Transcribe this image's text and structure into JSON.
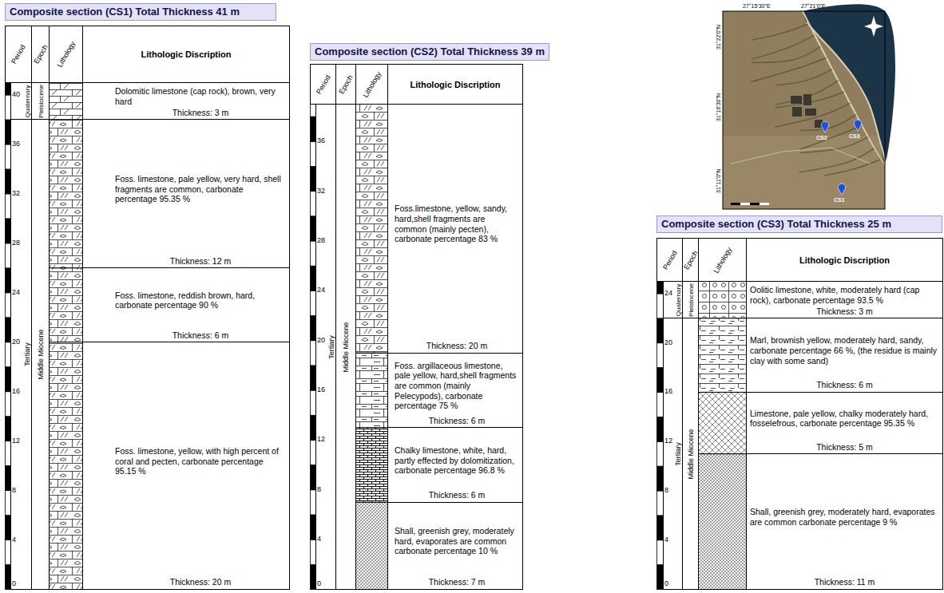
{
  "diagram": {
    "nodes": [
      {
        "text": [
          "Composite section (CS1) Total Thickness 41 m"
        ]
      },
      {
        "text": [
          "Period"
        ],
        "in": 0
      },
      {
        "text": [
          "Epoch"
        ],
        "in": 0
      },
      {
        "text": [
          "Lithology"
        ],
        "in": 0
      },
      {
        "text": [
          "Lithologic Discription"
        ],
        "in": 0
      },
      {
        "text": [
          "Quaternary"
        ],
        "in": 0
      },
      {
        "text": [
          "Tertiary"
        ],
        "in": 0
      },
      {
        "text": [
          "Pleistocene"
        ],
        "in": 0
      },
      {
        "text": [
          "Middle Miocene"
        ],
        "in": 0
      },
      {
        "text": [
          "Dolomitic limestone (cap rock), brown, very hard",
          "Thickness: 3 m"
        ],
        "in": 0
      },
      {
        "text": [
          "Foss. limestone, pale yellow, very hard, shell fragments are common, carbonate percentage 95.35 %",
          "Thickness: 12 m"
        ],
        "in": 0
      },
      {
        "text": [
          "Foss. limestone, reddish brown, hard, carbonate percentage 90 %",
          "Thickness: 6 m"
        ],
        "in": 0
      },
      {
        "text": [
          "Foss. limestone, yellow, with high percent of coral and pecten, carbonate percentage 95.15 %",
          "Thickness: 20 m"
        ],
        "in": 0
      },
      {
        "text": [
          "Composite section (CS2) Total Thickness 39 m"
        ]
      },
      {
        "text": [
          "Period"
        ],
        "in": 13
      },
      {
        "text": [
          "Epoch"
        ],
        "in": 13
      },
      {
        "text": [
          "Lithology"
        ],
        "in": 13
      },
      {
        "text": [
          "Lithologic Discription"
        ],
        "in": 13
      },
      {
        "text": [
          "Tertiary"
        ],
        "in": 13
      },
      {
        "text": [
          "Middle Miocene"
        ],
        "in": 13
      },
      {
        "text": [
          "Foss.limestone, yellow, sandy, hard,shell fragments are common (mainly pecten), carbonate percentage 83 %",
          "Thickness: 20 m"
        ],
        "in": 13
      },
      {
        "text": [
          "Foss. argillaceous limestone, pale yellow, hard,shell fragments are common (mainly Pelecypods), carbonate percentage 75 %",
          "Thickness: 6 m"
        ],
        "in": 13
      },
      {
        "text": [
          "Chalky limestone, white, hard, partly effected by dolomitization, carbonate percentage 96.8 %",
          "Thickness: 6 m"
        ],
        "in": 13
      },
      {
        "text": [
          "Shall, greenish grey, moderately hard, evaporates are common carbonate percentage 10 %",
          "Thickness: 7 m"
        ],
        "in": 13
      },
      {
        "text": [
          "Composite section (CS3) Total Thickness 25 m"
        ]
      },
      {
        "text": [
          "Period"
        ],
        "in": 24
      },
      {
        "text": [
          "Epoch"
        ],
        "in": 24
      },
      {
        "text": [
          "Lithology"
        ],
        "in": 24
      },
      {
        "text": [
          "Lithologic Discription"
        ],
        "in": 24
      },
      {
        "text": [
          "Quaternary"
        ],
        "in": 24
      },
      {
        "text": [
          "Tertiary"
        ],
        "in": 24
      },
      {
        "text": [
          "Pleistocene"
        ],
        "in": 24
      },
      {
        "text": [
          "Middle Miocene"
        ],
        "in": 24
      },
      {
        "text": [
          "Oolitic limestone, white, moderately hard (cap rock), carbonate percentage 93.5 %",
          "Thickness: 3 m"
        ],
        "in": 24
      },
      {
        "text": [
          "Marl, brownish yellow, moderately hard, sandy, carbonate percentage 66 %, (the residue is mainly clay with some sand)",
          "Thickness: 6 m"
        ],
        "in": 24
      },
      {
        "text": [
          "Limestone, pale yellow, chalky moderately hard, fosselefrous, carbonate percentage 95.35 %",
          "Thickness: 5 m"
        ],
        "in": 24
      },
      {
        "text": [
          "Shall, greenish grey, moderately hard, evaporates are common carbonate percentage 9 %",
          "Thickness: 11 m"
        ],
        "in": 24
      }
    ],
    "labels": [
      "40",
      "36",
      "32",
      "28",
      "24",
      "20",
      "16",
      "12",
      "8",
      "4",
      "0",
      "36",
      "32",
      "28",
      "24",
      "20",
      "16",
      "12",
      "8",
      "4",
      "0",
      "24",
      "20",
      "16",
      "12",
      "8",
      "4",
      "0",
      "27°15'30\"E",
      "27°21'0\"E",
      "31°22'0\"N",
      "31°16'30\"N",
      "31°11'0\"N",
      "CS2",
      "CS3",
      "CS1"
    ]
  }
}
